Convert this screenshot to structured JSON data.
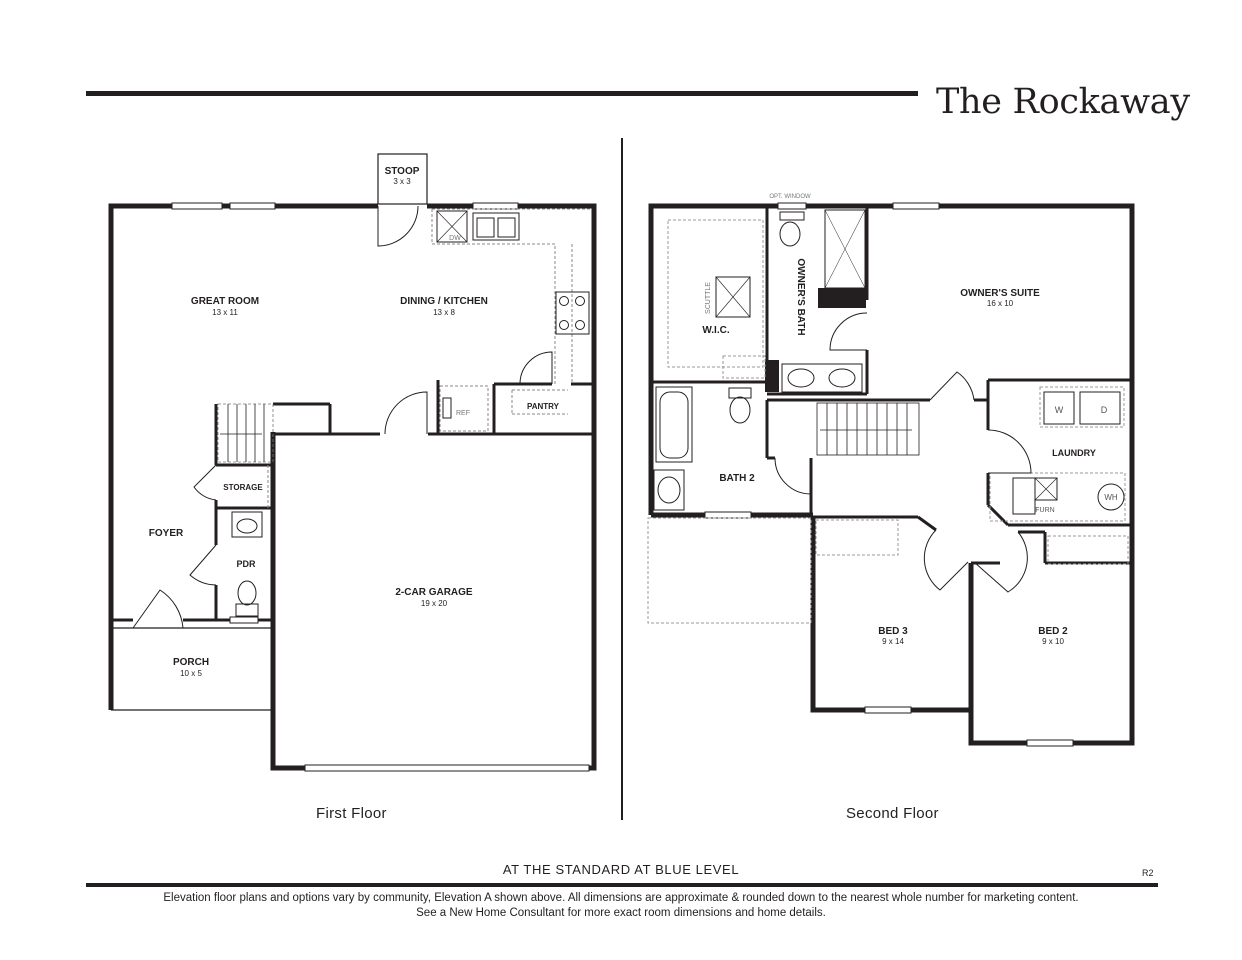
{
  "title": "The Rockaway",
  "first_floor": {
    "label": "First Floor",
    "rooms": {
      "stoop": {
        "name": "STOOP",
        "dim": "3 x 3"
      },
      "great_room": {
        "name": "GREAT ROOM",
        "dim": "13 x 11"
      },
      "dining_kitchen": {
        "name": "DINING / KITCHEN",
        "dim": "13 x 8"
      },
      "pantry": {
        "name": "PANTRY"
      },
      "storage": {
        "name": "STORAGE"
      },
      "foyer": {
        "name": "FOYER"
      },
      "pdr": {
        "name": "PDR"
      },
      "garage": {
        "name": "2-CAR GARAGE",
        "dim": "19 x 20"
      },
      "porch": {
        "name": "PORCH",
        "dim": "10 x 5"
      }
    },
    "fixtures": {
      "dw": "DW",
      "ref": "REF"
    }
  },
  "second_floor": {
    "label": "Second Floor",
    "rooms": {
      "wic": {
        "name": "W.I.C."
      },
      "owners_bath": {
        "name": "OWNER'S BATH"
      },
      "owners_suite": {
        "name": "OWNER'S SUITE",
        "dim": "16 x 10"
      },
      "bath2": {
        "name": "BATH 2"
      },
      "laundry": {
        "name": "LAUNDRY"
      },
      "bed3": {
        "name": "BED 3",
        "dim": "9 x 14"
      },
      "bed2": {
        "name": "BED 2",
        "dim": "9 x 10"
      }
    },
    "fixtures": {
      "opt_window": "OPT. WINDOW",
      "scuttle": "SCUTTLE",
      "w": "W",
      "d": "D",
      "wh": "WH",
      "furn": "FURN"
    }
  },
  "level_note": "AT THE STANDARD AT BLUE LEVEL",
  "code": "R2",
  "disclaimer": {
    "line1": "Elevation floor plans and options vary by community, Elevation A shown above. All dimensions are approximate & rounded down to the nearest whole number for marketing content.",
    "line2": "See a New Home Consultant for more exact room dimensions and home details."
  },
  "colors": {
    "wall": "#231f20",
    "dashed": "#999999"
  }
}
